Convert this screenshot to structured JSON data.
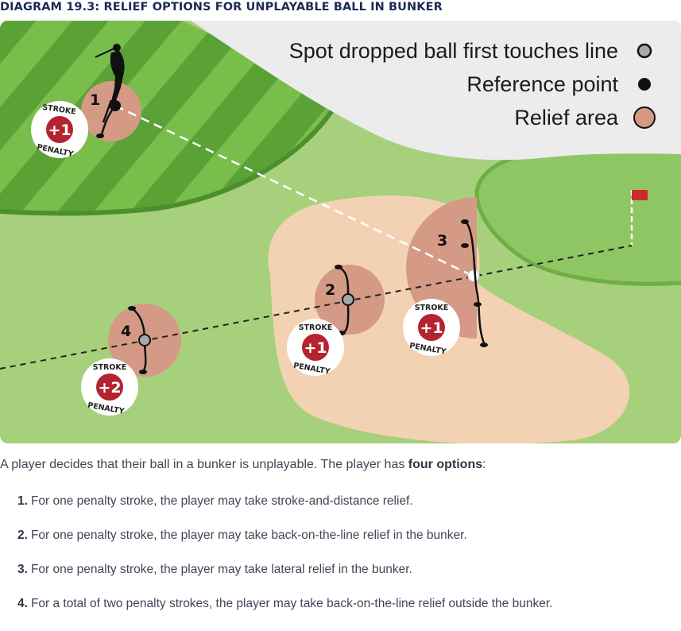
{
  "title": "DIAGRAM 19.3: RELIEF OPTIONS FOR UNPLAYABLE BALL IN BUNKER",
  "legend": [
    {
      "label": "Spot dropped ball first touches line",
      "marker": "grey-circle"
    },
    {
      "label": "Reference point",
      "marker": "black-dot"
    },
    {
      "label": "Relief area",
      "marker": "tan-circle"
    }
  ],
  "markers": [
    {
      "number": "1",
      "badge_top": "STROKE",
      "badge_value": "+1",
      "badge_bottom": "PENALTY"
    },
    {
      "number": "2",
      "badge_top": "STROKE",
      "badge_value": "+1",
      "badge_bottom": "PENALTY"
    },
    {
      "number": "3",
      "badge_top": "STROKE",
      "badge_value": "+1",
      "badge_bottom": "PENALTY"
    },
    {
      "number": "4",
      "badge_top": "STROKE",
      "badge_value": "+2",
      "badge_bottom": "PENALTY"
    }
  ],
  "colors": {
    "fairway_light": "#79bd4b",
    "fairway_dark": "#5aa236",
    "rough": "#a7d07c",
    "green": "#8fc664",
    "bunker": "#f3d2b3",
    "relief_area": "#d49a85",
    "badge_red": "#b52330",
    "legend_bg": "#ececec",
    "title": "#1d2a55"
  },
  "intro": {
    "text": "A player decides that their ball in a bunker is unplayable. The player has ",
    "bold": "four options",
    "end": ":"
  },
  "options": [
    {
      "n": "1.",
      "text": "For one penalty stroke, the player may take stroke-and-distance relief."
    },
    {
      "n": "2.",
      "text": "For one penalty stroke, the player may take back-on-the-line relief in the bunker."
    },
    {
      "n": "3.",
      "text": "For one penalty stroke, the player may take lateral relief in the bunker."
    },
    {
      "n": "4.",
      "text": "For a total of two penalty strokes, the player may take back-on-the-line relief outside the bunker."
    }
  ]
}
